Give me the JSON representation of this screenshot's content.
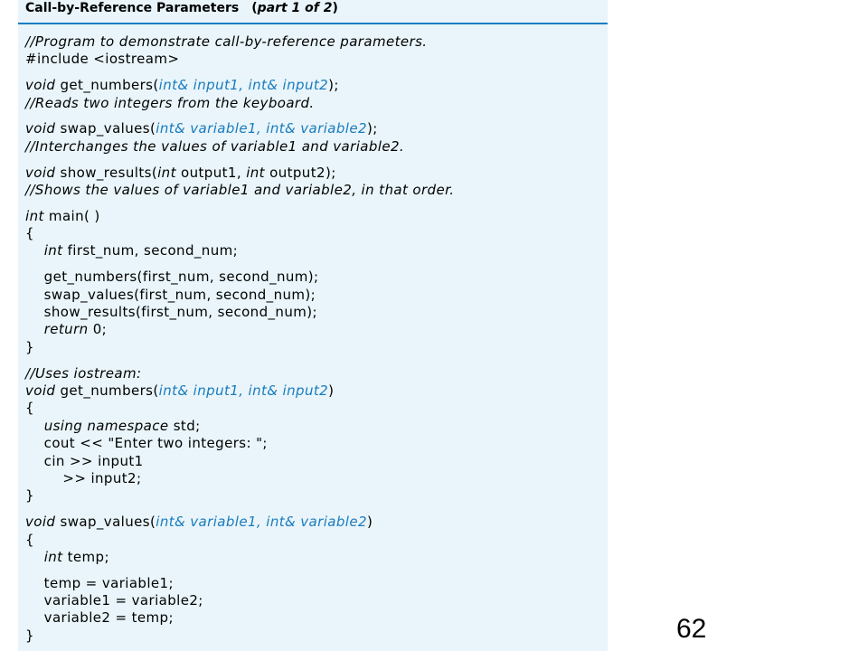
{
  "panel": {
    "title": "Call-by-Reference Parameters",
    "part_open": "(",
    "part_label": "part 1 of 2",
    "part_close": ")"
  },
  "code_lines": [
    {
      "segments": [
        {
          "t": "//Program to demonstrate call-by-reference parameters.",
          "s": "cm"
        }
      ]
    },
    {
      "segments": [
        {
          "t": "#include <iostream>",
          "s": "n"
        }
      ]
    },
    {
      "gap": true
    },
    {
      "segments": [
        {
          "t": "void",
          "s": "kw"
        },
        {
          "t": " get_numbers(",
          "s": "n"
        },
        {
          "t": "int& input1, int& input2",
          "s": "blue"
        },
        {
          "t": ");",
          "s": "n"
        }
      ]
    },
    {
      "segments": [
        {
          "t": "//Reads two integers from the keyboard.",
          "s": "cm"
        }
      ]
    },
    {
      "gap": true
    },
    {
      "segments": [
        {
          "t": "void",
          "s": "kw"
        },
        {
          "t": " swap_values(",
          "s": "n"
        },
        {
          "t": "int& variable1, int& variable2",
          "s": "blue"
        },
        {
          "t": ");",
          "s": "n"
        }
      ]
    },
    {
      "segments": [
        {
          "t": "//Interchanges the values of variable1 and variable2.",
          "s": "cm"
        }
      ]
    },
    {
      "gap": true
    },
    {
      "segments": [
        {
          "t": "void",
          "s": "kw"
        },
        {
          "t": " show_results(",
          "s": "n"
        },
        {
          "t": "int",
          "s": "kw"
        },
        {
          "t": " output1, ",
          "s": "n"
        },
        {
          "t": "int",
          "s": "kw"
        },
        {
          "t": " output2);",
          "s": "n"
        }
      ]
    },
    {
      "segments": [
        {
          "t": "//Shows the values of variable1 and variable2, in that order.",
          "s": "cm"
        }
      ]
    },
    {
      "gap": true
    },
    {
      "segments": [
        {
          "t": "int",
          "s": "kw"
        },
        {
          "t": " main( )",
          "s": "n"
        }
      ]
    },
    {
      "segments": [
        {
          "t": "{",
          "s": "n"
        }
      ]
    },
    {
      "segments": [
        {
          "t": "    ",
          "s": "n"
        },
        {
          "t": "int",
          "s": "kw"
        },
        {
          "t": " first_num, second_num;",
          "s": "n"
        }
      ]
    },
    {
      "gap": true
    },
    {
      "segments": [
        {
          "t": "    get_numbers(first_num, second_num);",
          "s": "n"
        }
      ]
    },
    {
      "segments": [
        {
          "t": "    swap_values(first_num, second_num);",
          "s": "n"
        }
      ]
    },
    {
      "segments": [
        {
          "t": "    show_results(first_num, second_num);",
          "s": "n"
        }
      ]
    },
    {
      "segments": [
        {
          "t": "    ",
          "s": "n"
        },
        {
          "t": "return",
          "s": "kw"
        },
        {
          "t": " 0;",
          "s": "n"
        }
      ]
    },
    {
      "segments": [
        {
          "t": "}",
          "s": "n"
        }
      ]
    },
    {
      "gap": true
    },
    {
      "segments": [
        {
          "t": "//Uses iostream:",
          "s": "cm"
        }
      ]
    },
    {
      "segments": [
        {
          "t": "void",
          "s": "kw"
        },
        {
          "t": " get_numbers(",
          "s": "n"
        },
        {
          "t": "int& input1, int& input2",
          "s": "blue"
        },
        {
          "t": ")",
          "s": "n"
        }
      ]
    },
    {
      "segments": [
        {
          "t": "{",
          "s": "n"
        }
      ]
    },
    {
      "segments": [
        {
          "t": "    ",
          "s": "n"
        },
        {
          "t": "using namespace",
          "s": "kw"
        },
        {
          "t": " std;",
          "s": "n"
        }
      ]
    },
    {
      "segments": [
        {
          "t": "    cout << \"Enter two integers: \";",
          "s": "n"
        }
      ]
    },
    {
      "segments": [
        {
          "t": "    cin >> input1",
          "s": "n"
        }
      ]
    },
    {
      "segments": [
        {
          "t": "        >> input2;",
          "s": "n"
        }
      ]
    },
    {
      "segments": [
        {
          "t": "}",
          "s": "n"
        }
      ]
    },
    {
      "gap": true
    },
    {
      "segments": [
        {
          "t": "void",
          "s": "kw"
        },
        {
          "t": " swap_values(",
          "s": "n"
        },
        {
          "t": "int& variable1, int& variable2",
          "s": "blue"
        },
        {
          "t": ")",
          "s": "n"
        }
      ]
    },
    {
      "segments": [
        {
          "t": "{",
          "s": "n"
        }
      ]
    },
    {
      "segments": [
        {
          "t": "    ",
          "s": "n"
        },
        {
          "t": "int",
          "s": "kw"
        },
        {
          "t": " temp;",
          "s": "n"
        }
      ]
    },
    {
      "gap": true
    },
    {
      "segments": [
        {
          "t": "    temp = variable1;",
          "s": "n"
        }
      ]
    },
    {
      "segments": [
        {
          "t": "    variable1 = variable2;",
          "s": "n"
        }
      ]
    },
    {
      "segments": [
        {
          "t": "    variable2 = temp;",
          "s": "n"
        }
      ]
    },
    {
      "segments": [
        {
          "t": "}",
          "s": "n"
        }
      ]
    }
  ],
  "page_number": "62",
  "colors": {
    "panel_background": "#e9f5fa",
    "title_rule": "#0f7ec4",
    "parameter_text": "#1a7bbd",
    "code_text": "#000000"
  }
}
